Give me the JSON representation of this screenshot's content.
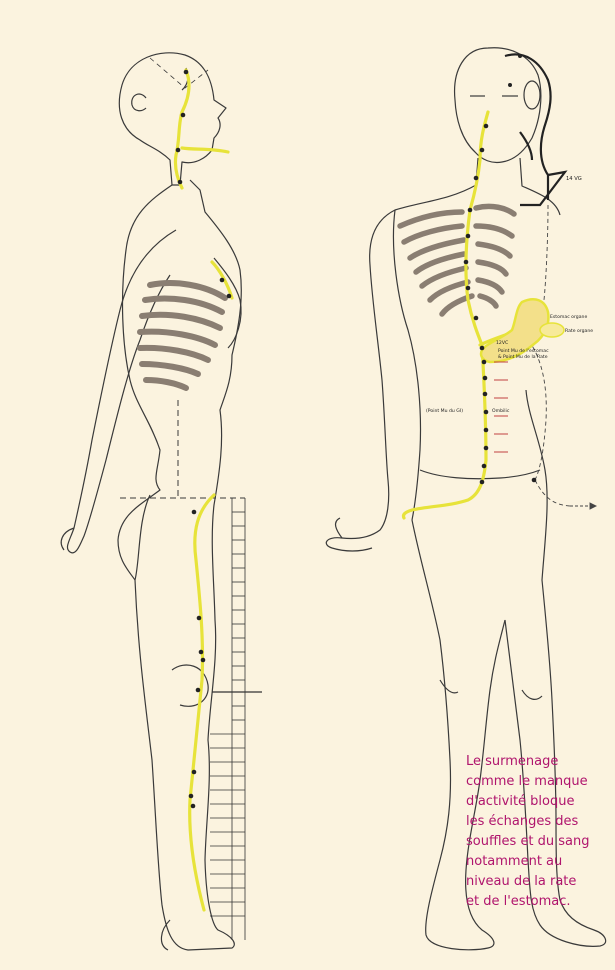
{
  "caption": {
    "lines": [
      "Le surmenage",
      "comme le manque",
      "d'activité bloque",
      "les échanges des",
      "souffles et du sang",
      "notamment au",
      "niveau de la rate",
      "et de l'estomac."
    ]
  },
  "front_labels": {
    "estomac_organe": "Estomac organe",
    "rate_organe": "Rate organe",
    "point_mu_estomac": "Point Mu de l'estomac",
    "point_mu_rate": "& Point Mu de la Rate",
    "point_mu_gi": "(Point Mu du GI)",
    "ombilic": "Ombilic",
    "vg14": "14 VG",
    "vc12": "12VC"
  },
  "colors": {
    "meridian": "#e7e33a",
    "caption": "#b0156d",
    "ribs": "#8a7e72",
    "background": "#fbf3df"
  }
}
